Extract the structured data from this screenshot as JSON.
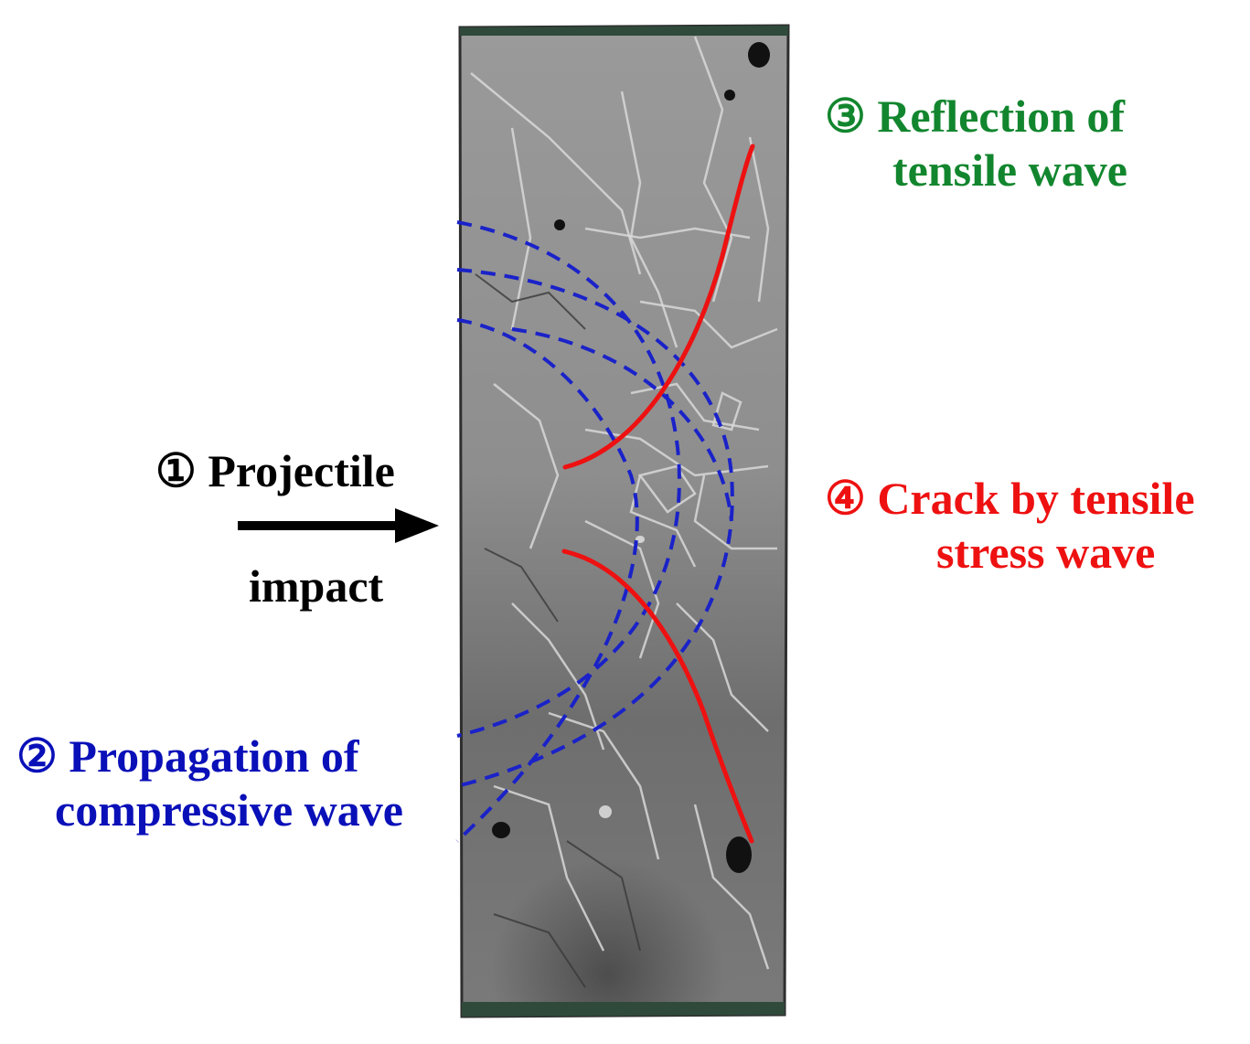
{
  "labels": {
    "step1": {
      "line1": "① Projectile",
      "line2": "impact",
      "color": "#000000"
    },
    "step2": {
      "line1": "② Propagation of",
      "line2": "compressive wave",
      "color": "#0a10b8"
    },
    "step3": {
      "line1": "③ Reflection of",
      "line2": "tensile wave",
      "color": "#12862e"
    },
    "step4": {
      "line1": "④ Crack by tensile",
      "line2": "stress wave",
      "color": "#ee1111"
    }
  },
  "colors": {
    "specimen": "#8c8c8c",
    "specimen_dark": "#3e3e3e",
    "wave_fronts": "#1a22c8",
    "cracks": "#ee1111",
    "arrow": "#000000"
  },
  "icons": {
    "impact_arrow": "right-arrow-icon"
  }
}
